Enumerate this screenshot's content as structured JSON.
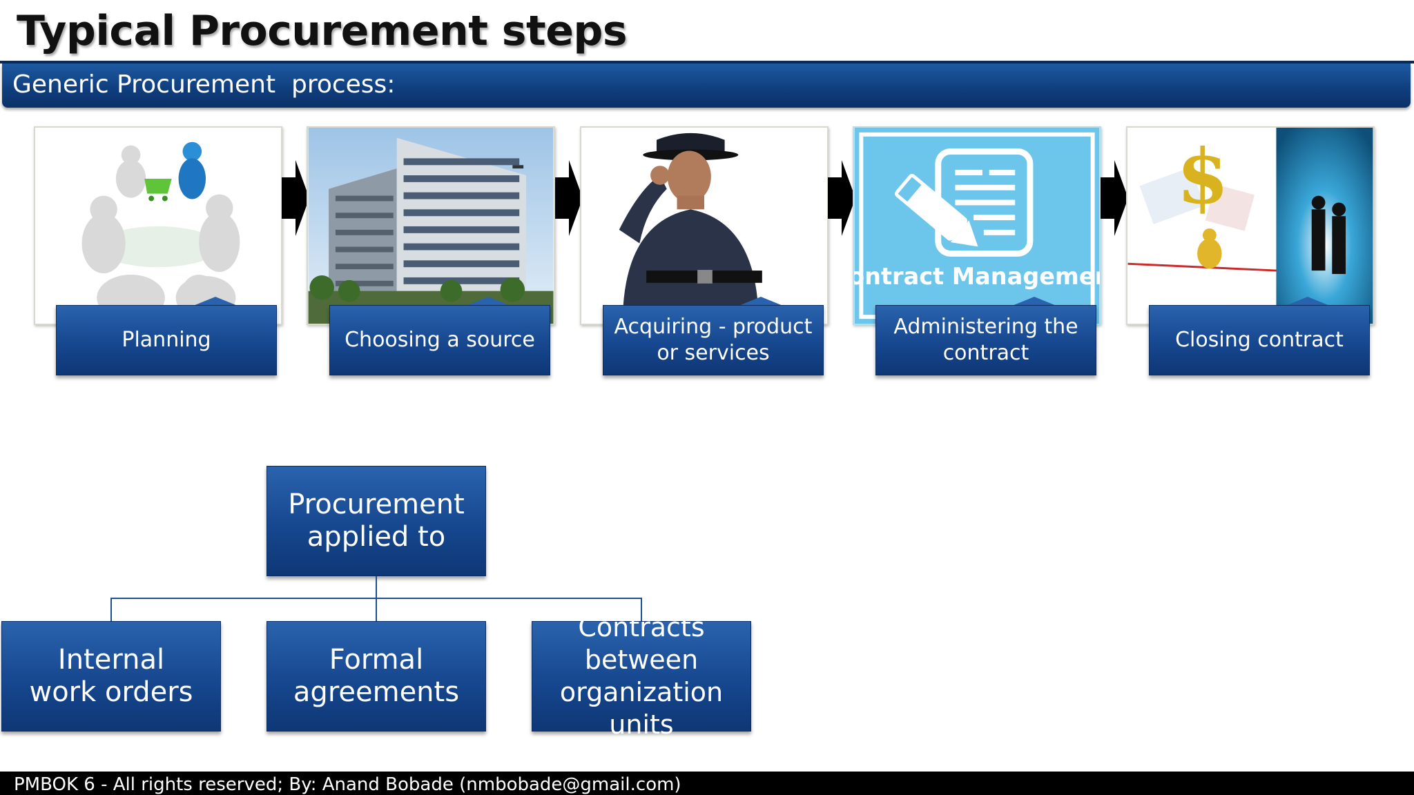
{
  "title": "Typical Procurement steps",
  "banner": "Generic Procurement  process:",
  "steps": [
    {
      "label": "Planning",
      "icon": "people-meeting-cart-icon"
    },
    {
      "label": "Choosing a source",
      "icon": "office-building-icon"
    },
    {
      "label": "Acquiring - product or services",
      "icon": "security-guard-icon"
    },
    {
      "label": "Administering the contract",
      "icon": "contract-management-icon",
      "image_text": "Contract Management"
    },
    {
      "label": "Closing contract",
      "icon": "dollar-business-icon"
    }
  ],
  "org_chart": {
    "root": "Procurement applied to",
    "children": [
      "Internal work orders",
      "Formal agreements",
      "Contracts between organization units"
    ]
  },
  "footer": "PMBOK 6 - All rights reserved; By: Anand Bobade (nmbobade@gmail.com)",
  "colors": {
    "box_blue": "#16478f",
    "banner_blue": "#0f3d7c",
    "contract_bg": "#6cc5ea"
  }
}
